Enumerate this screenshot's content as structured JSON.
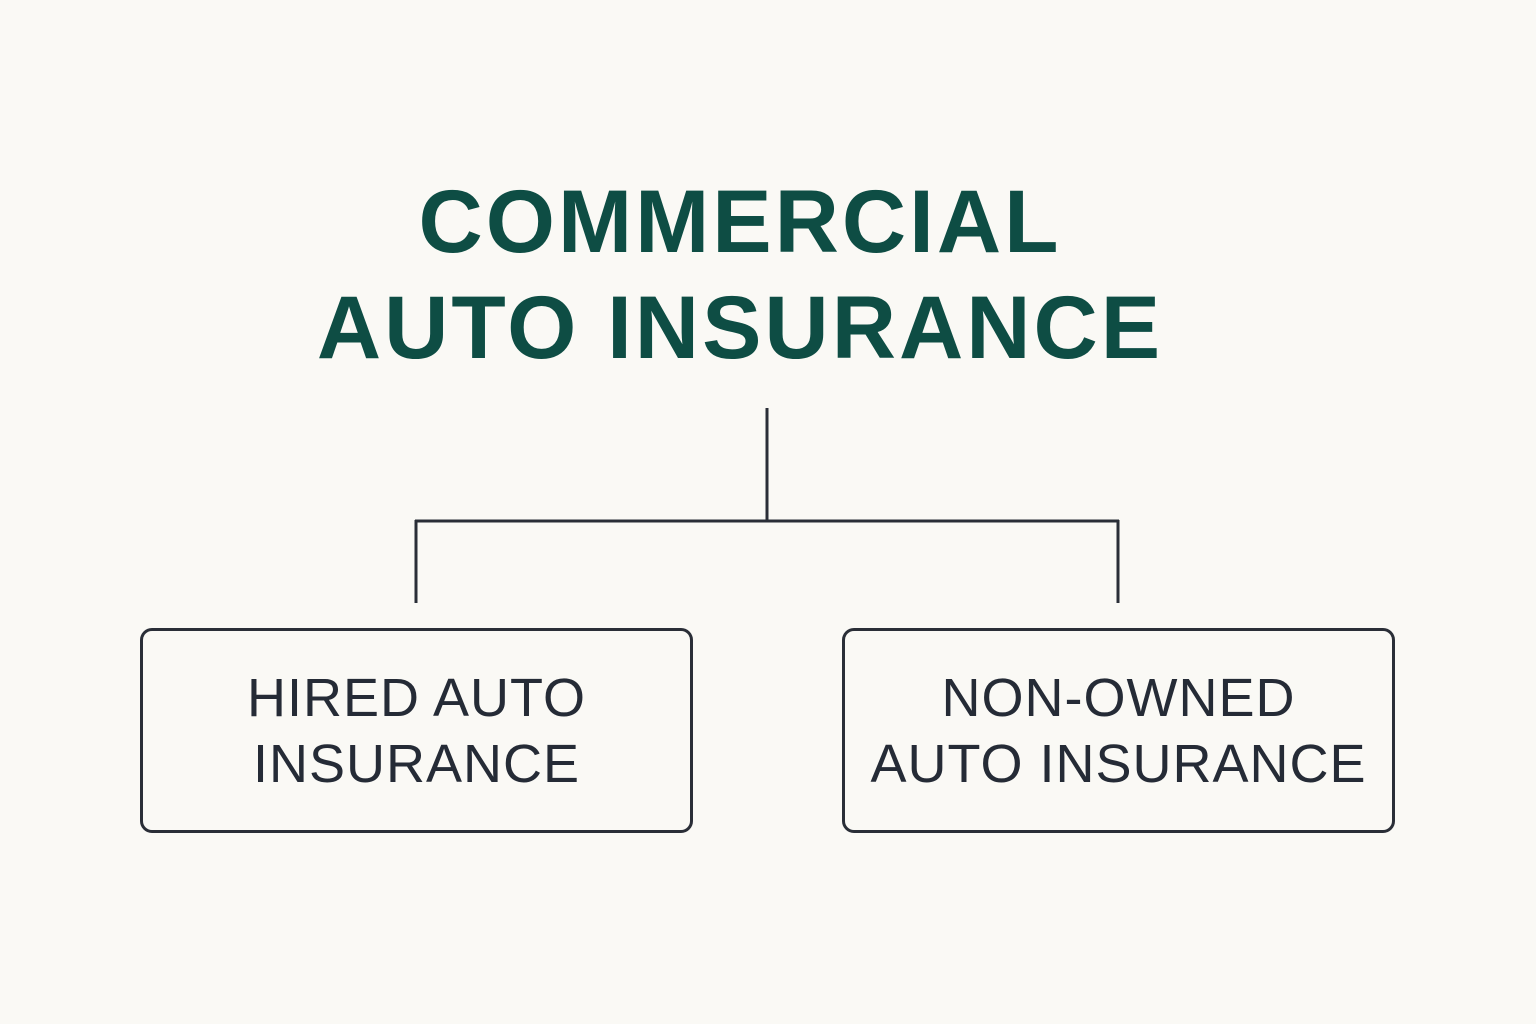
{
  "title": {
    "line1": "COMMERCIAL",
    "line2": "AUTO INSURANCE"
  },
  "children": [
    {
      "line1": "HIRED AUTO",
      "line2": "INSURANCE"
    },
    {
      "line1": "NON-OWNED",
      "line2": "AUTO INSURANCE"
    }
  ],
  "colors": {
    "title": "#0e4d44",
    "text": "#252b36",
    "lines": "#2a2e37",
    "background": "#faf9f5"
  }
}
